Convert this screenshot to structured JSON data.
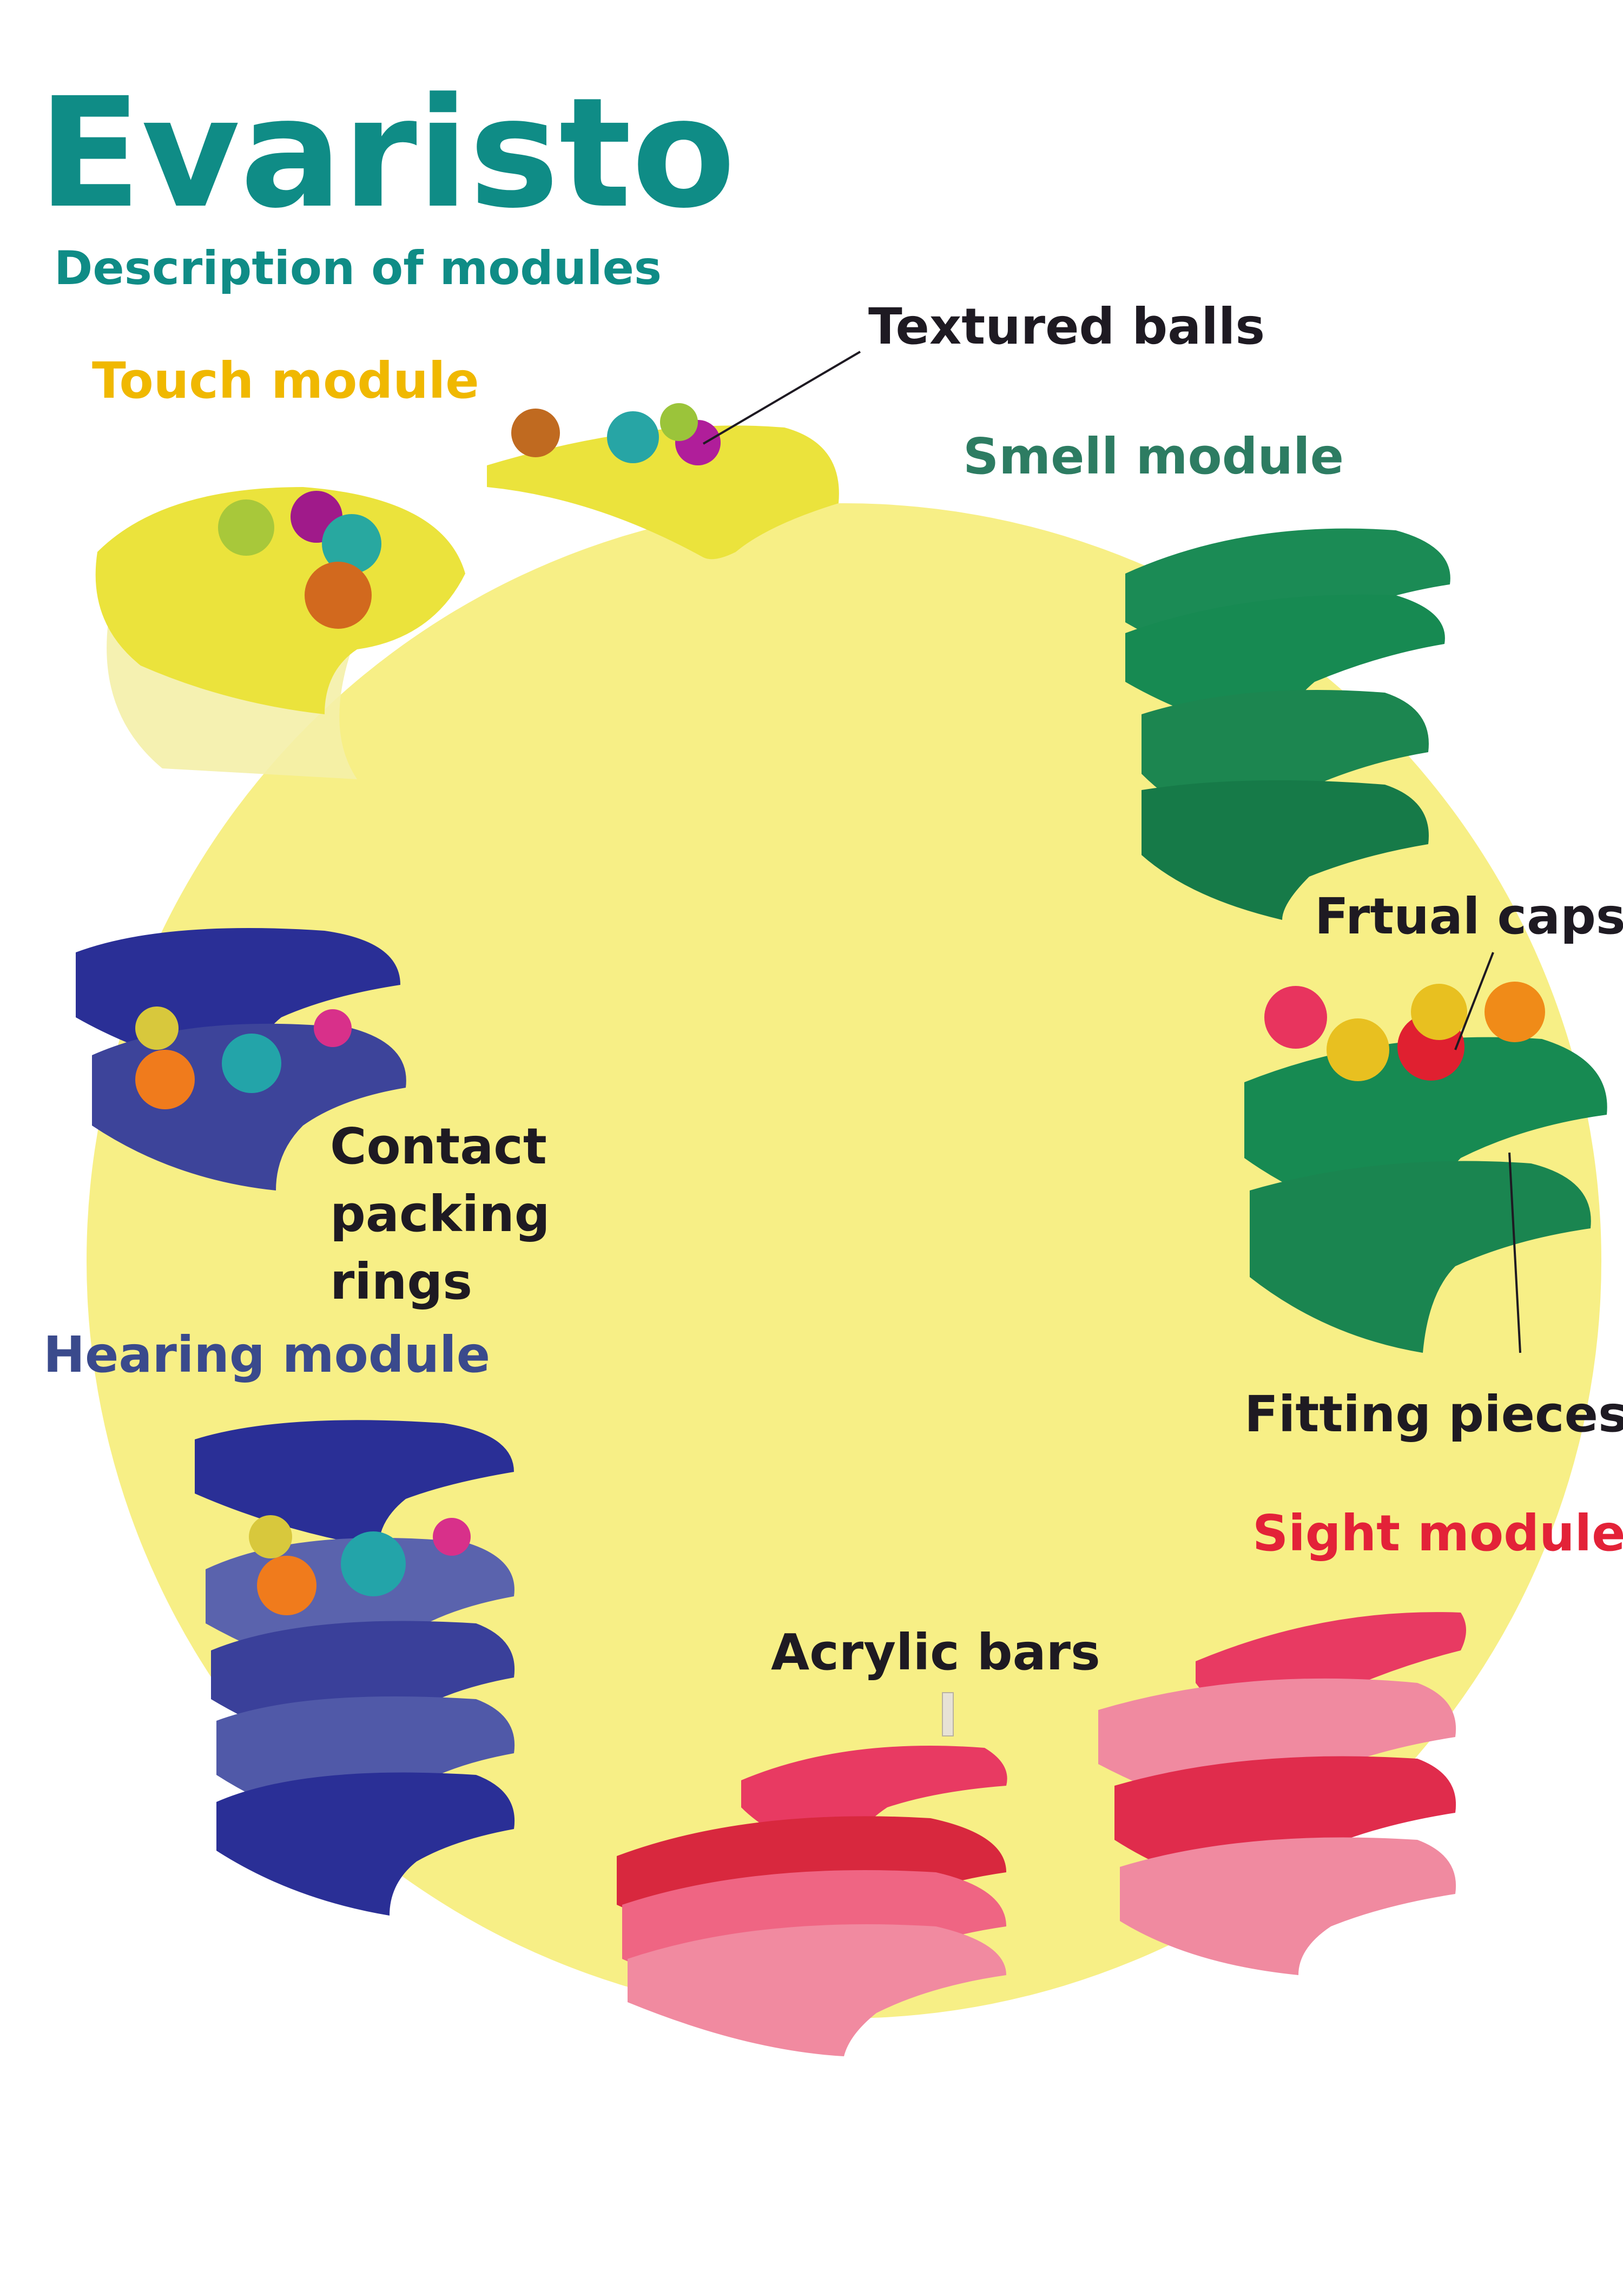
{
  "title": "Evaristo",
  "subtitle": "Description of modules",
  "modules": {
    "touch": "Touch module",
    "smell": "Smell module",
    "hearing": "Hearing module",
    "sight": "Sight module"
  },
  "callouts": {
    "textured_balls": "Textured balls",
    "frtual_caps": "Frtual caps",
    "fitting_pieces": "Fitting pieces",
    "contact_packing_rings": [
      "Contact",
      "packing",
      "rings"
    ],
    "acrylic_bars": "Acrylic bars"
  },
  "colors": {
    "title": "#0f8c86",
    "circle": "#f7ef86",
    "touch": "#f0b800",
    "touch_piece": "#ebe33c",
    "smell": "#2d7c62",
    "smell_piece": "#1b8b55",
    "hearing": "#3a4a8c",
    "hearing_piece": "#2a2f96",
    "sight": "#e32238",
    "sight_piece": "#e83a62",
    "callout": "#1e1a22"
  }
}
